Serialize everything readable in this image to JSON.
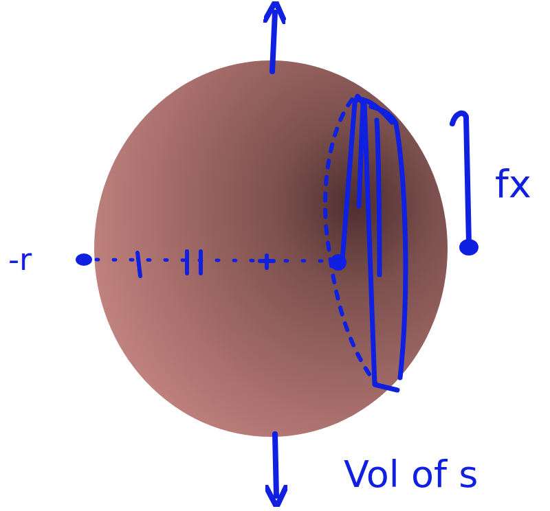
{
  "diagram": {
    "labels": [
      "-r",
      "fx",
      "Vol of s"
    ]
  }
}
